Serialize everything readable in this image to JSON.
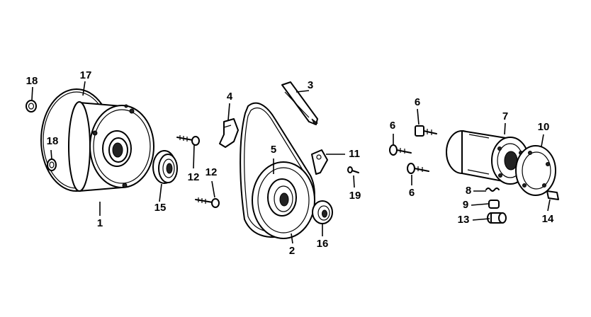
{
  "callouts": [
    {
      "id": "c1",
      "text": "1"
    },
    {
      "id": "c2",
      "text": "2"
    },
    {
      "id": "c3",
      "text": "3"
    },
    {
      "id": "c4",
      "text": "4"
    },
    {
      "id": "c5",
      "text": "5"
    },
    {
      "id": "c6a",
      "text": "6"
    },
    {
      "id": "c6b",
      "text": "6"
    },
    {
      "id": "c6c",
      "text": "6"
    },
    {
      "id": "c7",
      "text": "7"
    },
    {
      "id": "c8",
      "text": "8"
    },
    {
      "id": "c9",
      "text": "9"
    },
    {
      "id": "c10",
      "text": "10"
    },
    {
      "id": "c11",
      "text": "11"
    },
    {
      "id": "c12a",
      "text": "12"
    },
    {
      "id": "c12b",
      "text": "12"
    },
    {
      "id": "c13",
      "text": "13"
    },
    {
      "id": "c14",
      "text": "14"
    },
    {
      "id": "c15",
      "text": "15"
    },
    {
      "id": "c16",
      "text": "16"
    },
    {
      "id": "c17",
      "text": "17"
    },
    {
      "id": "c18a",
      "text": "18"
    },
    {
      "id": "c18b",
      "text": "18"
    },
    {
      "id": "c19",
      "text": "19"
    }
  ]
}
